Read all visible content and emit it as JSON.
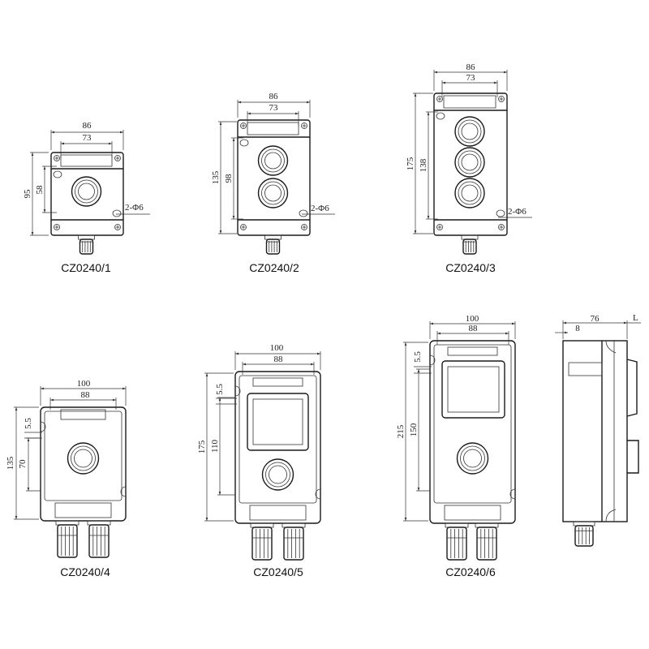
{
  "models": [
    {
      "label": "CZ0240/1",
      "width": "86",
      "inner_width": "73",
      "height": "95",
      "hole_spacing": "58",
      "holes": "2-Φ6"
    },
    {
      "label": "CZ0240/2",
      "width": "86",
      "inner_width": "73",
      "height": "135",
      "hole_spacing": "98",
      "holes": "2-Φ6"
    },
    {
      "label": "CZ0240/3",
      "width": "86",
      "inner_width": "73",
      "height": "175",
      "hole_spacing": "138",
      "holes": "2-Φ6"
    },
    {
      "label": "CZ0240/4",
      "width": "100",
      "inner_width": "88",
      "height": "135",
      "hole_spacing": "70",
      "slot": "5.5"
    },
    {
      "label": "CZ0240/5",
      "width": "100",
      "inner_width": "88",
      "height": "175",
      "hole_spacing": "110",
      "slot": "5.5"
    },
    {
      "label": "CZ0240/6",
      "width": "100",
      "inner_width": "88",
      "height": "215",
      "hole_spacing": "150",
      "slot": "5.5"
    }
  ],
  "side_view": {
    "depth": "76",
    "offset": "8",
    "protrusion": "L"
  }
}
